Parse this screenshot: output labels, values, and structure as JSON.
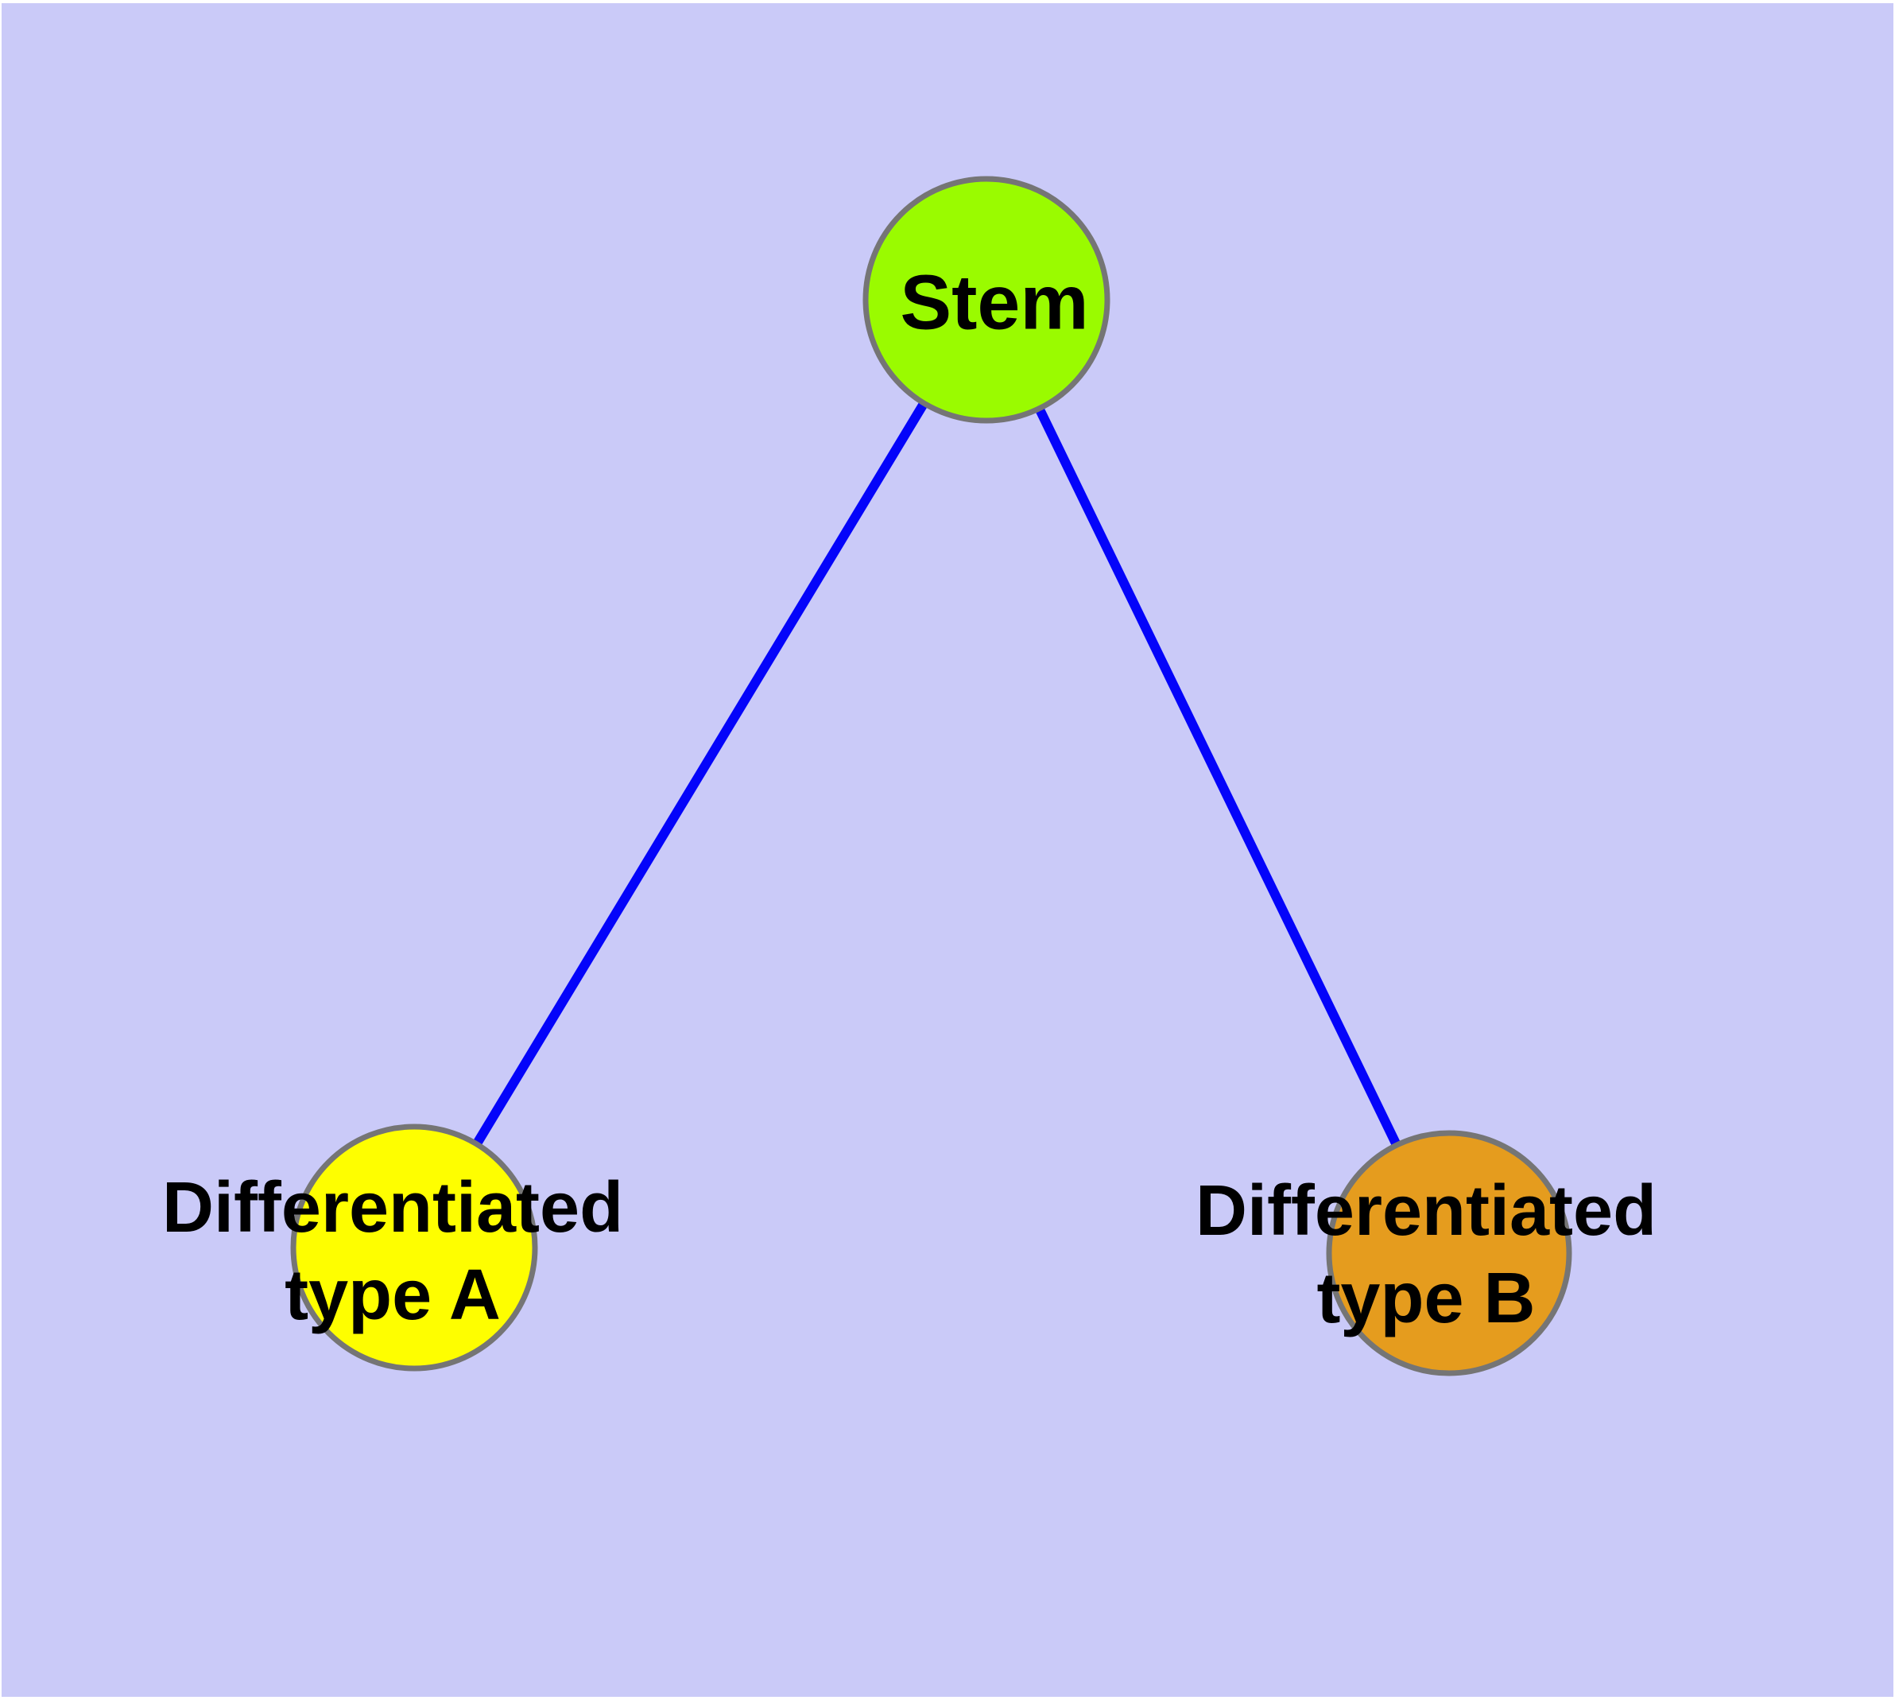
{
  "diagram": {
    "type": "node-link-graph",
    "nodes": {
      "stem": {
        "label": "Stem",
        "fill_color": "#9afb00"
      },
      "type_a": {
        "label_line1": "Differentiated",
        "label_line2": "type A",
        "full_label": "Differentiated type A",
        "fill_color": "#fefe00"
      },
      "type_b": {
        "label_line1": "Differentiated",
        "label_line2": "type B",
        "full_label": "Differentiated type B",
        "fill_color": "#e59c1e"
      }
    },
    "edges": [
      {
        "from": "Stem",
        "to": "Differentiated type A"
      },
      {
        "from": "Stem",
        "to": "Differentiated type B"
      }
    ],
    "colors": {
      "background": "#cacaf8",
      "edge": "#0404fa",
      "node_border": "#757575",
      "label_text": "#000000"
    }
  }
}
